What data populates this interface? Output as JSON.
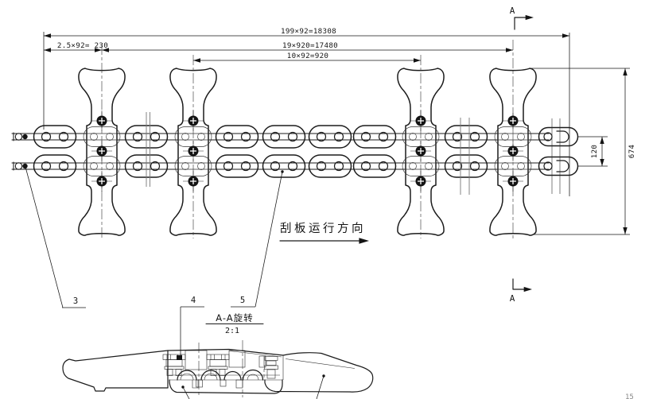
{
  "drawing": {
    "dimensions": {
      "total_length": "199×92=18308",
      "end_offset": "2.5×92= 230",
      "scraper_span": "19×920=17480",
      "scraper_pitch": "10×92=920",
      "chain_gauge": "120",
      "scraper_length": "674"
    },
    "section": {
      "marker": "A",
      "title": "A-A旋转",
      "scale": "2:1"
    },
    "direction_label": "刮板运行方向",
    "part_labels": {
      "part3": "3",
      "part4": "4",
      "part5": "5"
    },
    "page_number": "15",
    "colors": {
      "line": "#1b1b1b",
      "background": "#ffffff"
    }
  }
}
